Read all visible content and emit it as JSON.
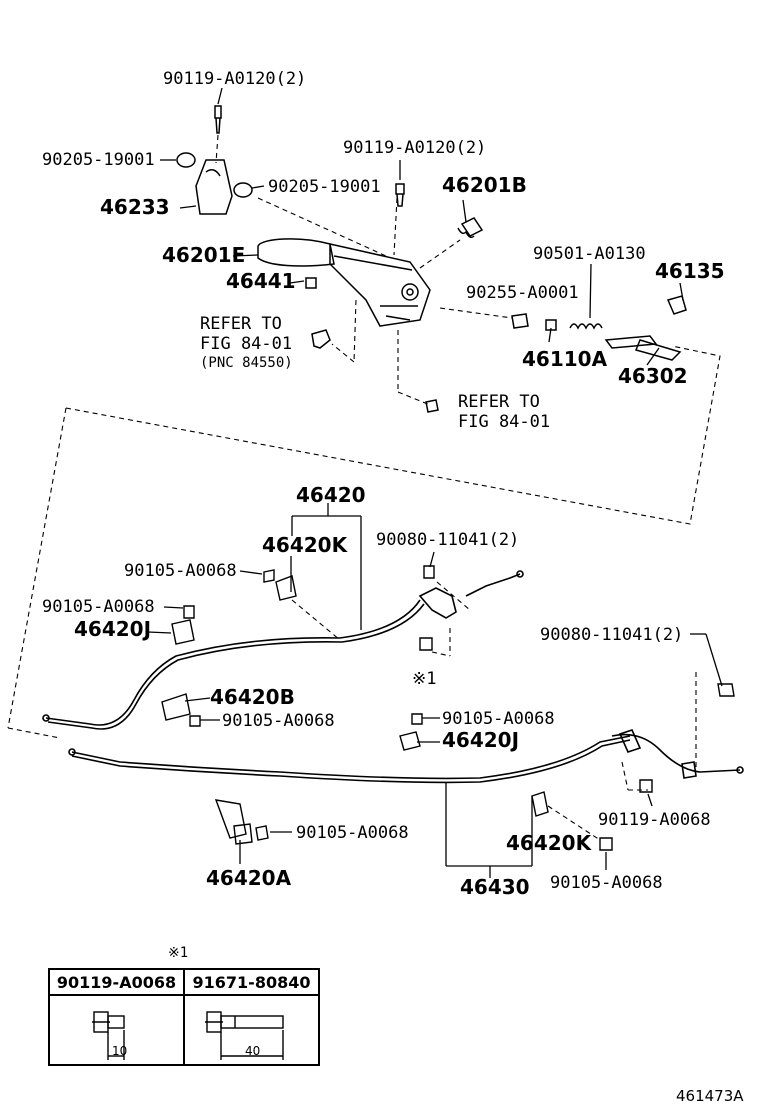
{
  "labels": {
    "bolt_90119_a0120_top": "90119-A0120(2)",
    "washer_90205_left": "90205-19001",
    "bracket_46233": "46233",
    "bolt_90119_a0120_mid": "90119-A0120(2)",
    "washer_90205_right": "90205-19001",
    "spring_46201b": "46201B",
    "grip_46201e": "46201E",
    "pin_46441": "46441",
    "spring_90501": "90501-A0130",
    "clip_46135": "46135",
    "pin_90255": "90255-A0001",
    "nut_46110a": "46110A",
    "rod_46302": "46302",
    "cable_46420": "46420",
    "clamp_46420k_top": "46420K",
    "nut_90080_top": "90080-11041(2)",
    "bolt_90105_a": "90105-A0068",
    "bolt_90105_b": "90105-A0068",
    "clamp_46420j_left": "46420J",
    "note_x1": "※1",
    "nut_90080_right": "90080-11041(2)",
    "clamp_46420b": "46420B",
    "bolt_90105_c": "90105-A0068",
    "bolt_90105_d": "90105-A0068",
    "clamp_46420j_right": "46420J",
    "bolt_90119_a0068": "90119-A0068",
    "bolt_90105_e": "90105-A0068",
    "clamp_46420k_bottom": "46420K",
    "bolt_90105_f": "90105-A0068",
    "clamp_46420a": "46420A",
    "cable_46430": "46430"
  },
  "refer_notes": {
    "left": {
      "line1": "REFER TO",
      "line2": "FIG 84-01",
      "line3": "(PNC 84550)"
    },
    "bottom": {
      "line1": "REFER TO",
      "line2": "FIG 84-01"
    }
  },
  "legend": {
    "mark": "※1",
    "items": [
      {
        "part": "90119-A0068",
        "length": "10"
      },
      {
        "part": "91671-80840",
        "length": "40"
      }
    ]
  },
  "figure_id": "461473A"
}
